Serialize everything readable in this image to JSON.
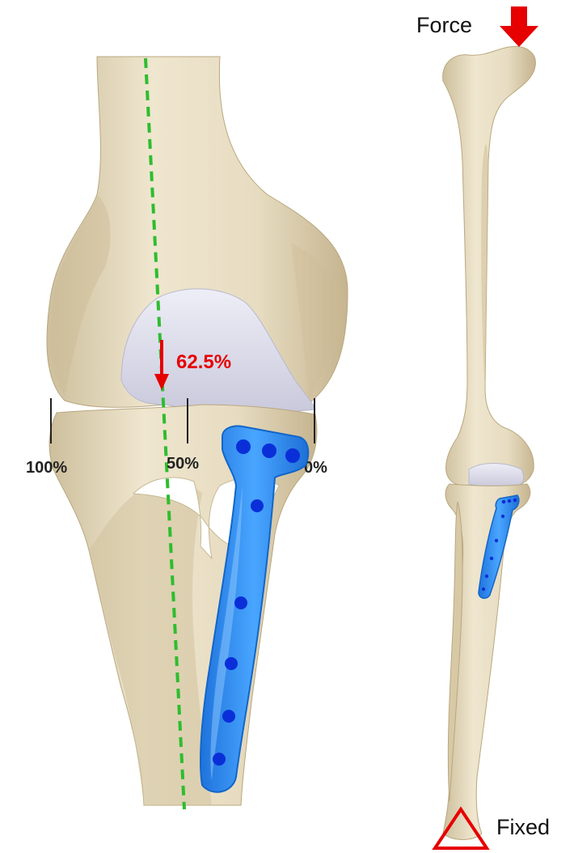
{
  "labels": {
    "force": "Force",
    "fixed": "Fixed",
    "load_point": "62.5%",
    "scale_100": "100%",
    "scale_50": "50%",
    "scale_0": "0%"
  },
  "colors": {
    "bone": "#e9dfc6",
    "bone_shadow": "#c9b894",
    "cartilage": "#dcdcec",
    "plate": "#2f8cf0",
    "plate_edge": "#1266c8",
    "screw": "#0a2fd8",
    "axis_line": "#2ebd2e",
    "arrow": "#e60000",
    "scale_text": "#222222"
  },
  "icons": {
    "force_arrow": "down-arrow-icon",
    "fixed_support": "triangle-support-icon"
  }
}
